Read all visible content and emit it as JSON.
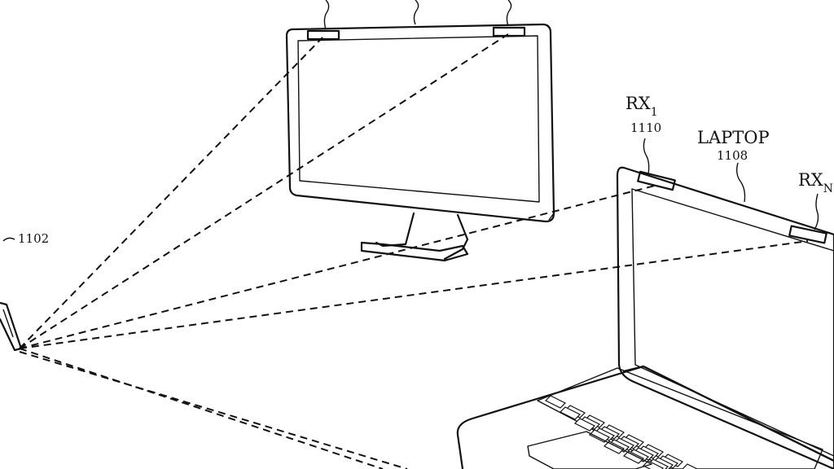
{
  "labels": {
    "device_ref": "1102",
    "rx_first": "RX",
    "rx_first_sub": "1",
    "rx_first_ref": "1110",
    "laptop": "LAPTOP",
    "laptop_ref": "1108",
    "rx_last": "RX",
    "rx_last_sub": "N"
  }
}
